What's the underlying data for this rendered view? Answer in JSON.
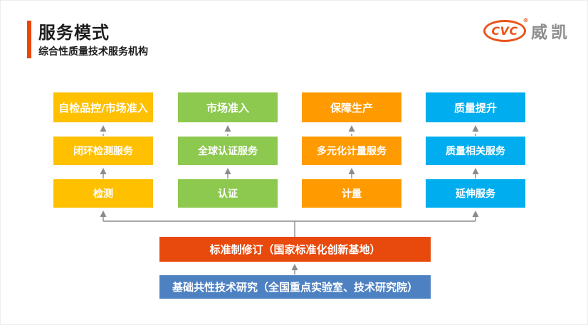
{
  "header": {
    "title": "服务模式",
    "subtitle": "综合性质量技术服务机构",
    "accent_color": "#E9480C"
  },
  "logo": {
    "mark": "CVC",
    "registered": "®",
    "company": "威凯",
    "brand_color": "#E8551C",
    "company_color": "#8E8E8E"
  },
  "diagram": {
    "connector_color": "#8C8C8C",
    "columns": [
      {
        "top": "自检品控/市场准入",
        "middle": "闭环检测服务",
        "bottom": "检测",
        "color": "#FFC000"
      },
      {
        "top": "市场准入",
        "middle": "全球认证服务",
        "bottom": "认证",
        "color": "#8DC94F"
      },
      {
        "top": "保障生产",
        "middle": "多元化计量服务",
        "bottom": "计量",
        "color": "#FF9A00"
      },
      {
        "top": "质量提升",
        "middle": "质量相关服务",
        "bottom": "延伸服务",
        "color": "#00AEEF"
      }
    ],
    "foundation": [
      {
        "label": "标准制修订（国家标准化创新基地）",
        "color": "#E8490C"
      },
      {
        "label": "基础共性技术研究（全国重点实验室、技术研究院）",
        "color": "#4E81C2"
      }
    ]
  }
}
